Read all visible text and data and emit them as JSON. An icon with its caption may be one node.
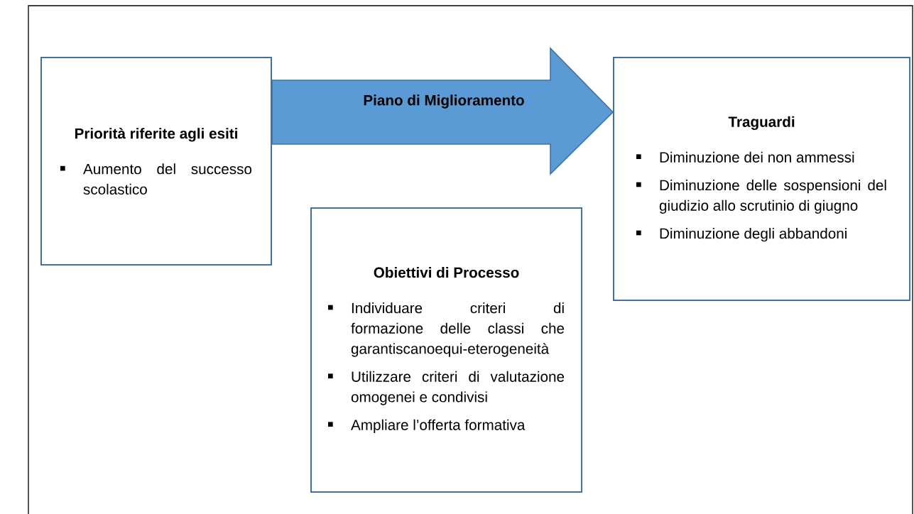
{
  "diagram": {
    "nodes": [
      {
        "text": [
          "Priorità riferite agli esiti",
          "Aumento del successo scolastico"
        ]
      },
      {
        "text": [
          "Obiettivi di Processo",
          "Individuare criteri di formazione delle classi che garantiscanoequi-eterogeneità",
          "Utilizzare criteri di valutazione omogenei e condivisi",
          "Ampliare l’offerta formativa"
        ]
      },
      {
        "text": [
          "Traguardi",
          "Diminuzione dei non ammessi",
          "Diminuzione delle sospensioni del giudizio allo scrutinio di giugno",
          "Diminuzione degli abbandoni"
        ]
      }
    ],
    "edges": [
      {
        "from": 0,
        "to": 2,
        "arrow": "to",
        "label": "Piano di Miglioramento"
      }
    ]
  }
}
